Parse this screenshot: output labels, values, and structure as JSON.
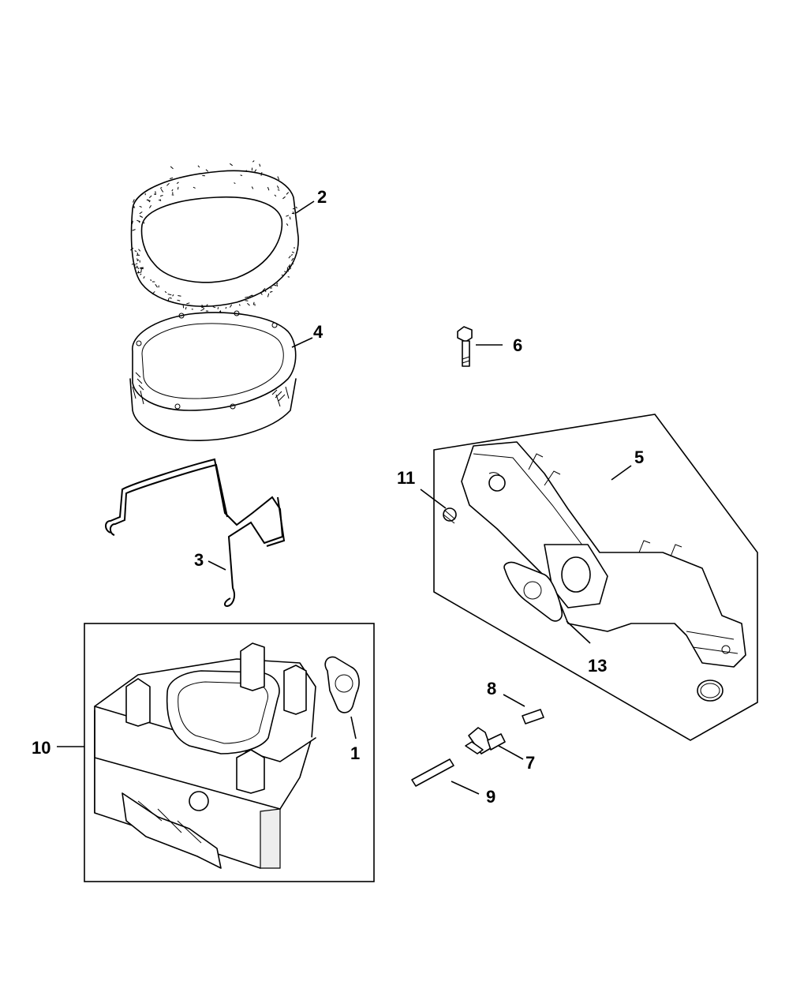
{
  "callouts": {
    "c1": "1",
    "c2": "2",
    "c3": "3",
    "c4": "4",
    "c5": "5",
    "c6": "6",
    "c7": "7",
    "c8": "8",
    "c9": "9",
    "c10": "10",
    "c11": "11",
    "c13": "13"
  },
  "icons": {
    "precleaner": "precleaner-foam-icon",
    "filter": "air-filter-element-icon",
    "clip": "retaining-clip-icon",
    "base": "air-cleaner-base-icon",
    "manifold": "intake-manifold-icon",
    "screw": "screw-icon"
  },
  "colors": {
    "line": "#000000",
    "background": "#ffffff"
  }
}
